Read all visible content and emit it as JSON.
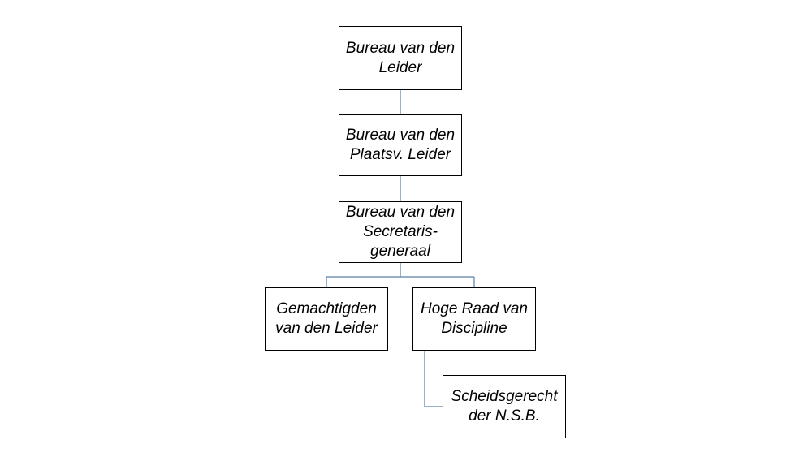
{
  "diagram": {
    "line_color": "#5b7fa8",
    "boxes": {
      "leider": "Bureau van den\nLeider",
      "plaatsv": "Bureau van den\nPlaatsv. Leider",
      "secretaris": "Bureau van den\nSecretaris-\ngeneraal",
      "gemachtigden": "Gemachtigden\nvan den Leider",
      "hoge_raad": "Hoge Raad van\nDiscipline",
      "scheidsgerecht": "Scheidsgerecht\nder N.S.B."
    }
  }
}
